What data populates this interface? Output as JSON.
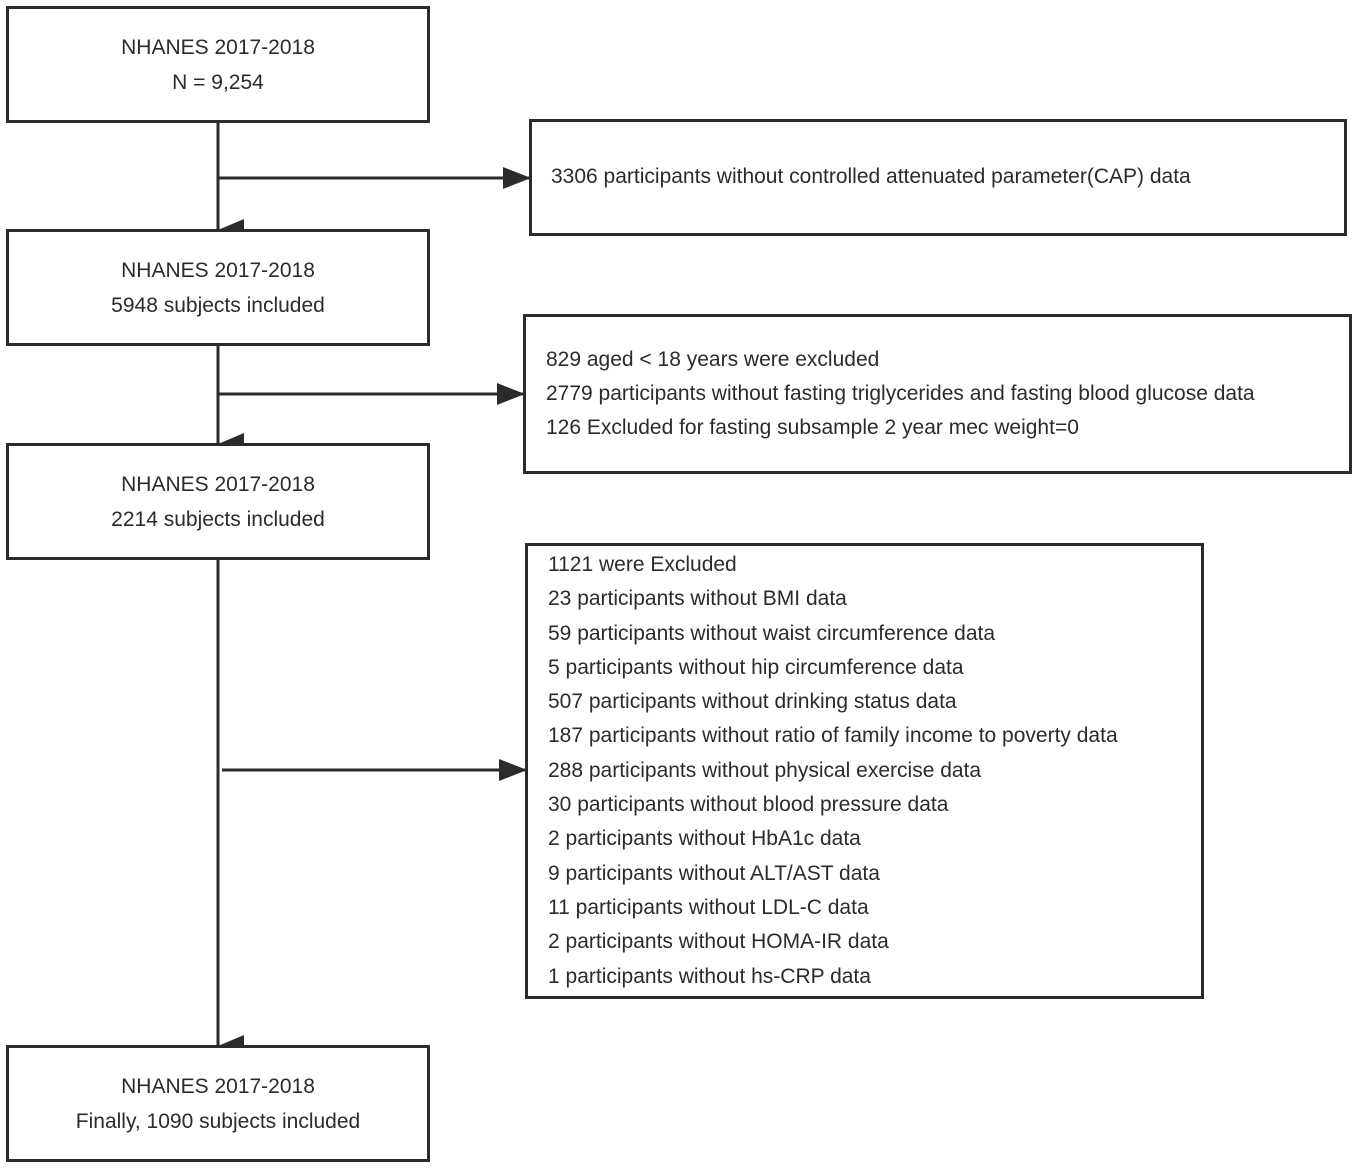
{
  "colors": {
    "stroke": "#2b2b2b",
    "text": "#2b2b2b",
    "background": "#ffffff"
  },
  "nodes": {
    "start": {
      "line1": "NHANES 2017-2018",
      "line2": "N = 9,254"
    },
    "step1": {
      "line1": "NHANES 2017-2018",
      "line2": "5948 subjects included"
    },
    "step2": {
      "line1": "NHANES 2017-2018",
      "line2": "2214 subjects included"
    },
    "final": {
      "line1": "NHANES 2017-2018",
      "line2": "Finally, 1090 subjects included"
    }
  },
  "exclusions": {
    "ex1": [
      "3306 participants without controlled attenuated parameter(CAP) data"
    ],
    "ex2": [
      "829 aged < 18 years were excluded",
      "2779 participants without fasting triglycerides and fasting blood glucose data",
      "126 Excluded for fasting subsample 2 year mec weight=0"
    ],
    "ex3": [
      "1121 were Excluded",
      "23 participants without BMI data",
      "59 participants without waist circumference data",
      "5 participants without hip circumference data",
      "507 participants without drinking status data",
      "187 participants without ratio of family income to poverty data",
      "288 participants without physical exercise data",
      "30 participants without blood pressure data",
      "2 participants without HbA1c data",
      "9 participants without ALT/AST data",
      "11 participants without LDL-C data",
      "2 participants without HOMA-IR data",
      "1 participants without hs-CRP data"
    ]
  }
}
